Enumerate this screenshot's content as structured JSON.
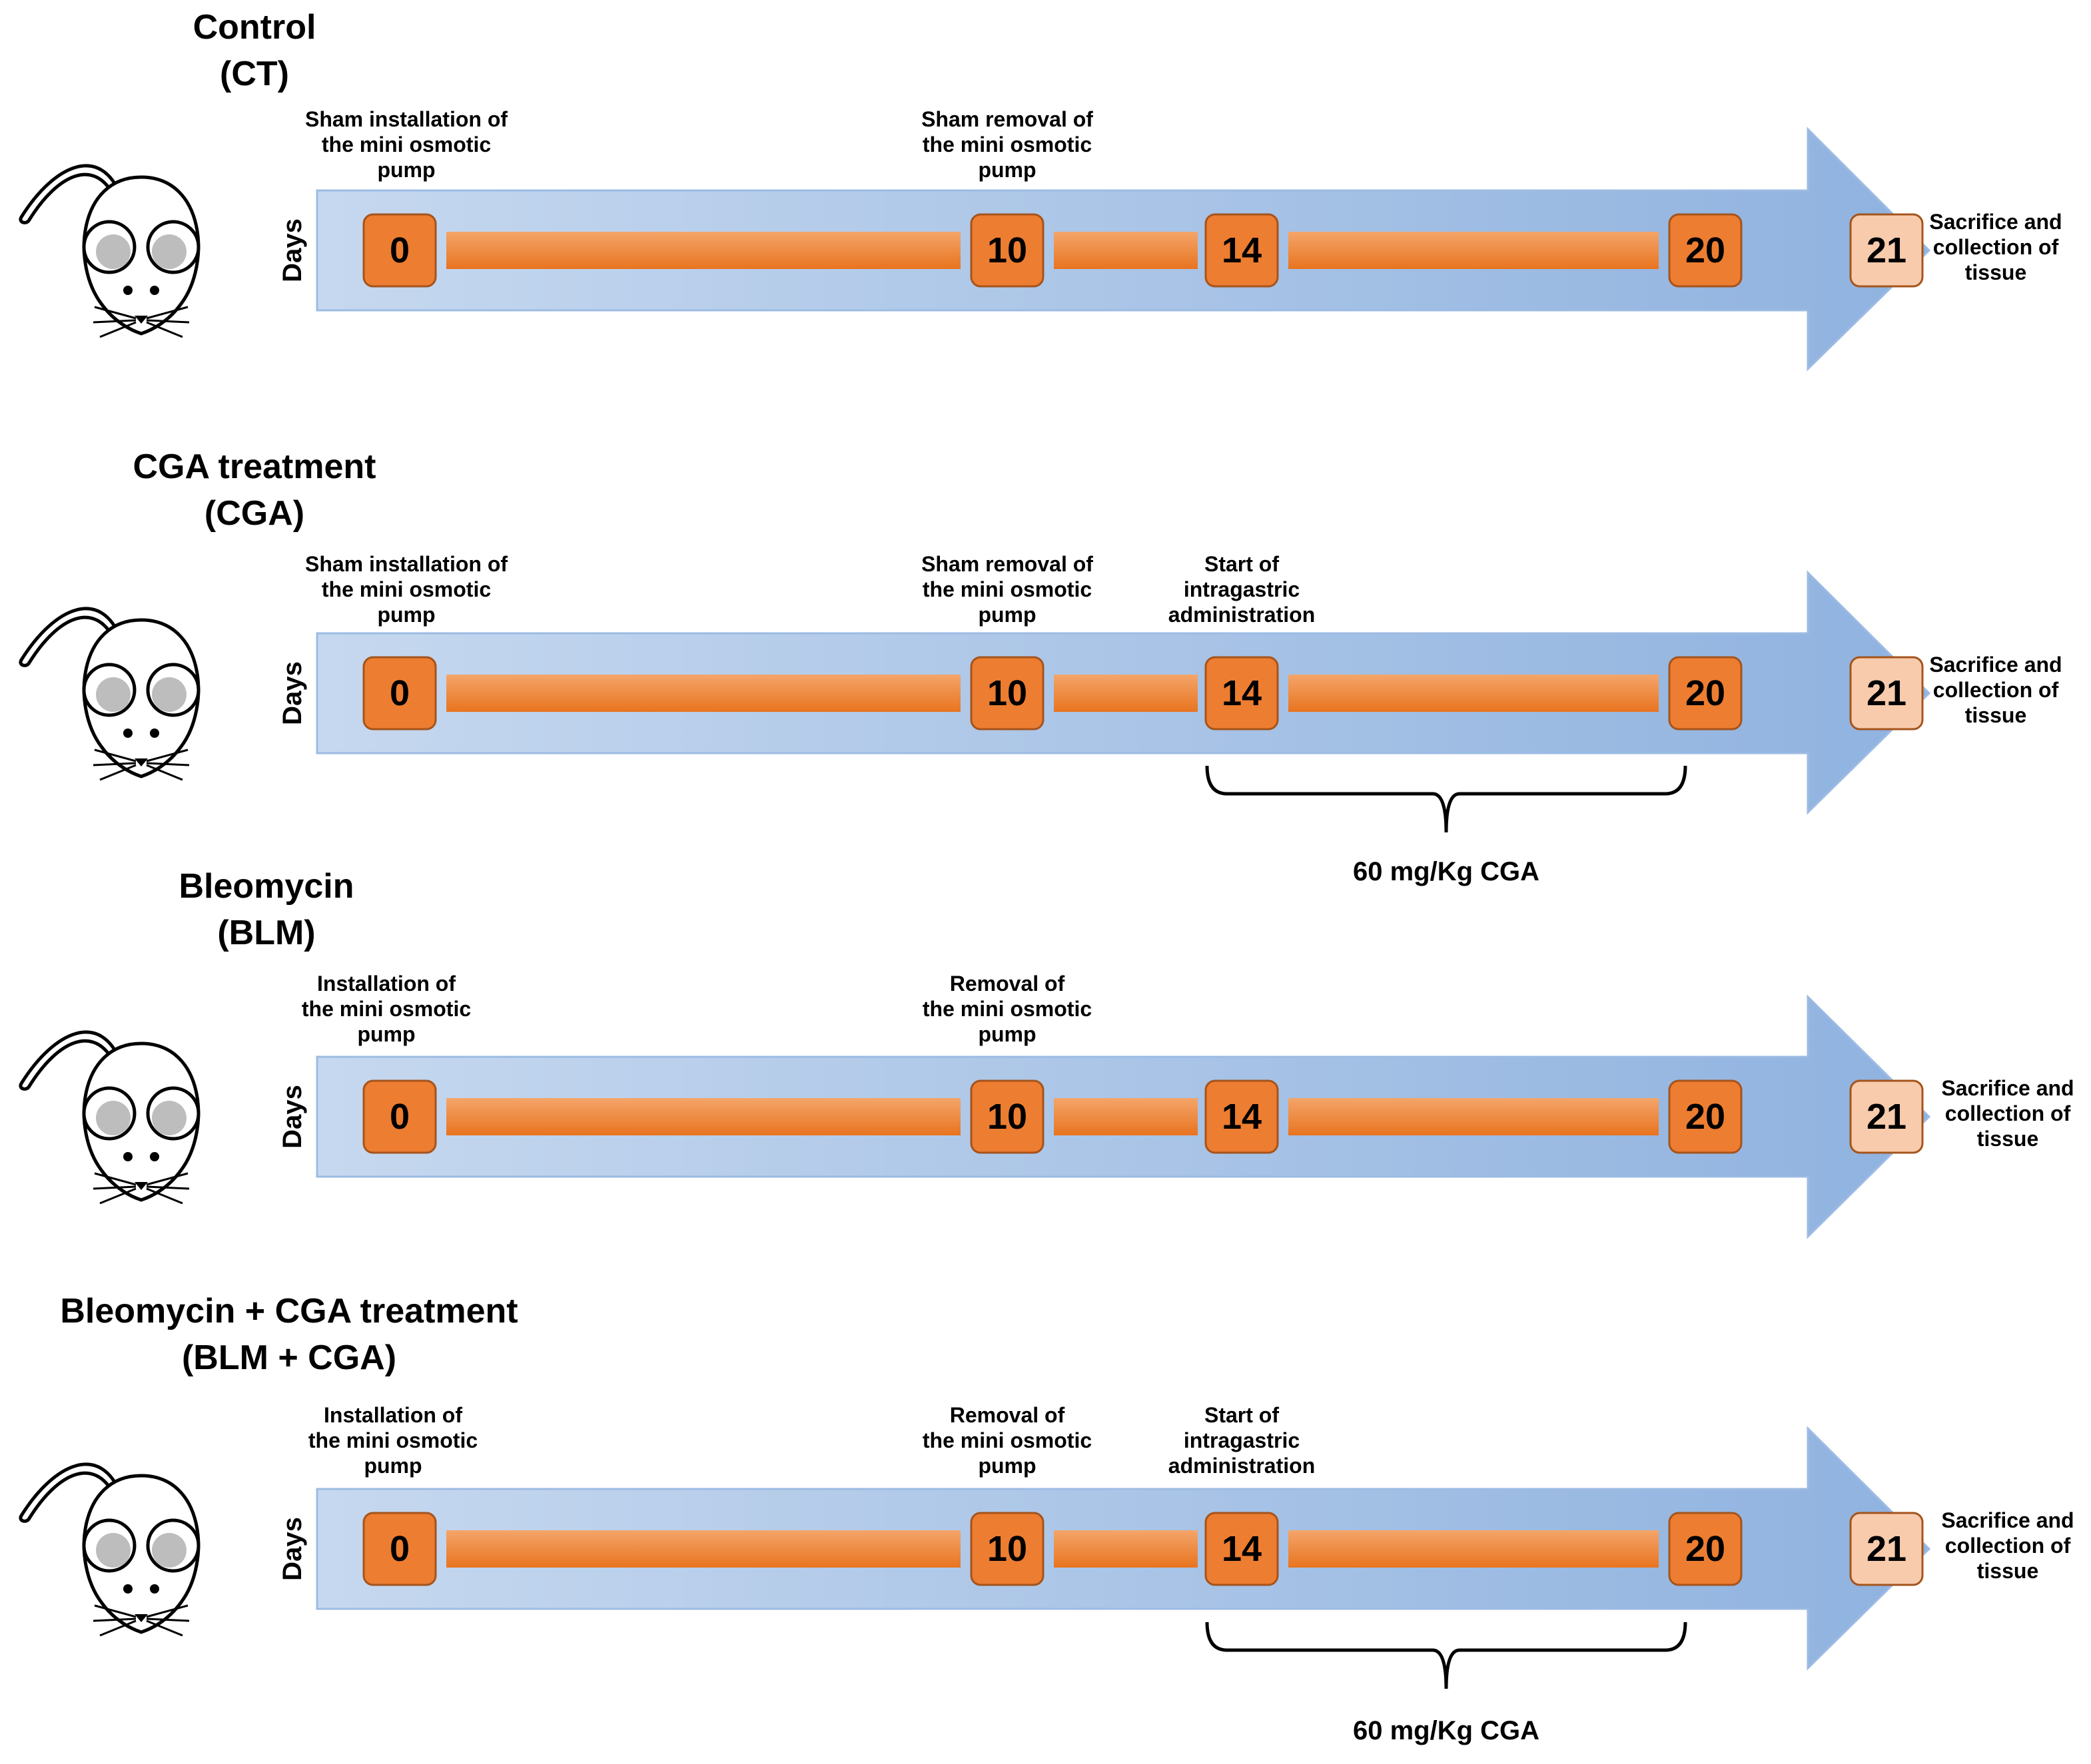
{
  "colors": {
    "arrow_light": "#c6d8ef",
    "arrow_dark": "#8fb2df",
    "arrow_stroke": "#9dbbe3",
    "box_fill": "#ed7d31",
    "box_stroke": "#a5541c",
    "final_box_fill": "#f8cbad",
    "bar_light": "#f4a56a",
    "bar_dark": "#e8741f"
  },
  "groups": [
    {
      "title_line1": "Control",
      "title_line2": "(CT)",
      "axis_label": "Days",
      "days": [
        "0",
        "10",
        "14",
        "20",
        "21"
      ],
      "label_day0": [
        "Sham installation of",
        "the mini osmotic",
        "pump"
      ],
      "label_day10": [
        "Sham removal of",
        "the mini osmotic",
        "pump"
      ],
      "label_day14": [],
      "end_label": [
        "Sacrifice and",
        "collection of",
        "tissue"
      ],
      "dose": ""
    },
    {
      "title_line1": "CGA treatment",
      "title_line2": "(CGA)",
      "axis_label": "Days",
      "days": [
        "0",
        "10",
        "14",
        "20",
        "21"
      ],
      "label_day0": [
        "Sham installation of",
        "the mini osmotic",
        "pump"
      ],
      "label_day10": [
        "Sham removal of",
        "the mini osmotic",
        "pump"
      ],
      "label_day14": [
        "Start of",
        "intragastric",
        "administration"
      ],
      "end_label": [
        "Sacrifice and",
        "collection of",
        "tissue"
      ],
      "dose": "60 mg/Kg CGA"
    },
    {
      "title_line1": "Bleomycin",
      "title_line2": "(BLM)",
      "axis_label": "Days",
      "days": [
        "0",
        "10",
        "14",
        "20",
        "21"
      ],
      "label_day0": [
        "Installation of",
        "the mini osmotic",
        "pump"
      ],
      "label_day10": [
        "Removal of",
        "the mini osmotic",
        "pump"
      ],
      "label_day14": [],
      "end_label": [
        "Sacrifice and",
        "collection of",
        "tissue"
      ],
      "dose": ""
    },
    {
      "title_line1": "Bleomycin + CGA treatment",
      "title_line2": "(BLM + CGA)",
      "axis_label": "Days",
      "days": [
        "0",
        "10",
        "14",
        "20",
        "21"
      ],
      "label_day0": [
        "Installation of",
        "the mini osmotic",
        "pump"
      ],
      "label_day10": [
        "Removal of",
        "the mini osmotic",
        "pump"
      ],
      "label_day14": [
        "Start of",
        "intragastric",
        "administration"
      ],
      "end_label": [
        "Sacrifice and",
        "collection of",
        "tissue"
      ],
      "dose": "60 mg/Kg CGA"
    }
  ]
}
